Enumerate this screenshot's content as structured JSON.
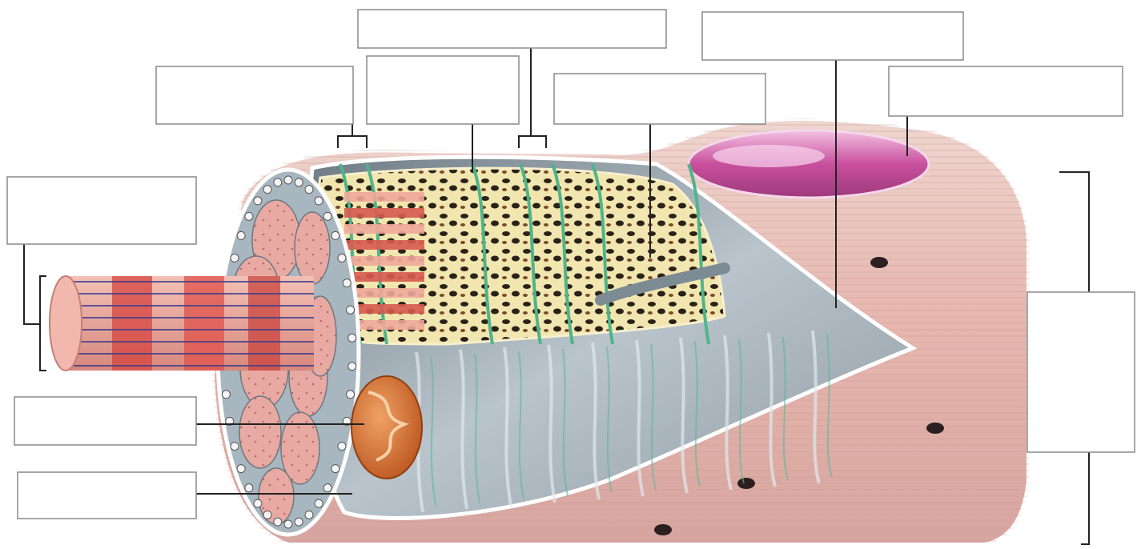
{
  "diagram": {
    "labels": [
      {
        "id": "sarcomere",
        "text": ""
      },
      {
        "id": "transverse-tubule",
        "text": ""
      },
      {
        "id": "terminal-cisternae",
        "text": ""
      },
      {
        "id": "sarcoplasmic-reticulum",
        "text": ""
      },
      {
        "id": "sarcolemma",
        "text": ""
      },
      {
        "id": "nucleus",
        "text": ""
      },
      {
        "id": "myofibril",
        "text": ""
      },
      {
        "id": "mitochondrion",
        "text": ""
      },
      {
        "id": "sarcoplasm",
        "text": ""
      },
      {
        "id": "muscle-fiber",
        "text": ""
      }
    ]
  },
  "colors": {
    "fiber_pink": "#e7b8b0",
    "fiber_shadow": "#c48e88",
    "sheath_gray": "#8f9aa3",
    "sheath_light": "#c9d2d8",
    "sr_yellow": "#f2e6b0",
    "sr_dark": "#2a2218",
    "ttubule_green": "#4fb48a",
    "myofibril_red": "#d6443f",
    "myofibril_blue": "#3b3d8c",
    "myofibril_pink": "#f0a79b",
    "mito_orange": "#d9692a",
    "nucleus_magenta": "#c94f9d",
    "line": "#222222"
  }
}
